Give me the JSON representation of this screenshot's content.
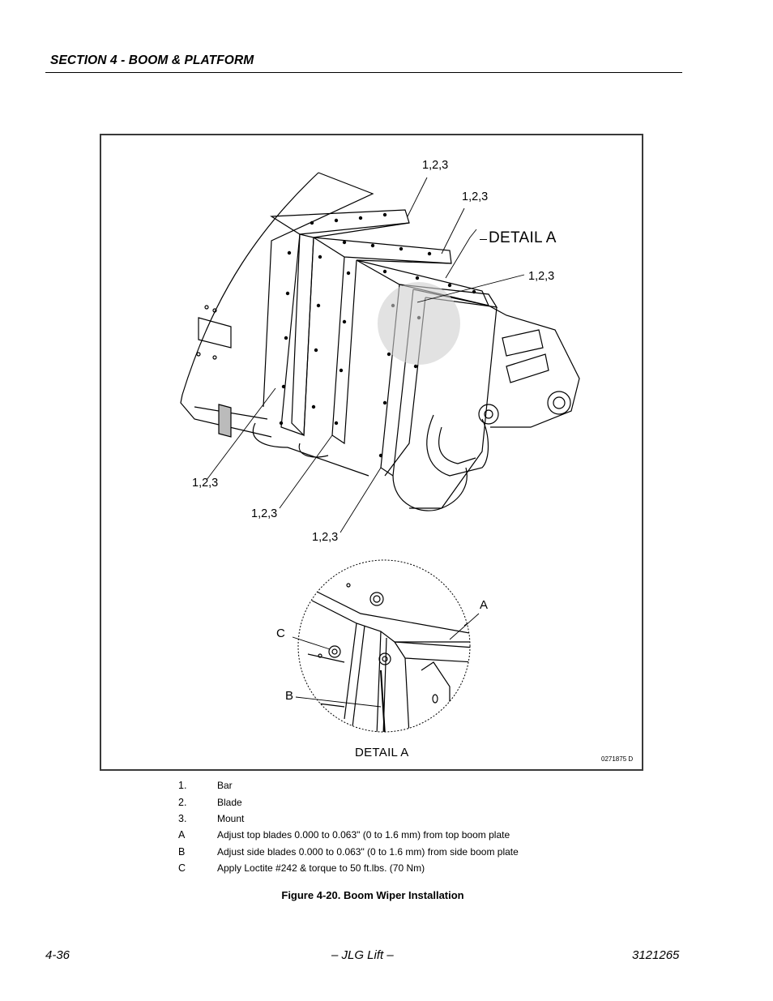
{
  "header": {
    "section_title": "SECTION 4 - BOOM & PLATFORM"
  },
  "figure": {
    "callouts": {
      "c1": "1,2,3",
      "c2": "1,2,3",
      "c3": "1,2,3",
      "c4": "1,2,3",
      "c5": "1,2,3",
      "c6": "1,2,3"
    },
    "detail_title": "DETAIL A",
    "detail_labels": {
      "a": "A",
      "b": "B",
      "c": "C"
    },
    "detail_caption": "DETAIL A",
    "drawing_number": "0271875 D"
  },
  "legend": [
    {
      "key": "1.",
      "text": "Bar"
    },
    {
      "key": "2.",
      "text": "Blade"
    },
    {
      "key": "3.",
      "text": "Mount"
    },
    {
      "key": "A",
      "text": "Adjust top blades 0.000 to 0.063\" (0 to 1.6 mm) from top boom plate"
    },
    {
      "key": "B",
      "text": "Adjust side blades 0.000 to 0.063\" (0 to 1.6 mm) from side boom plate"
    },
    {
      "key": "C",
      "text": "Apply Loctite #242 & torque to 50 ft.lbs. (70 Nm)"
    }
  ],
  "caption": "Figure 4-20.  Boom Wiper Installation",
  "footer": {
    "page_number": "4-36",
    "center": "– JLG Lift –",
    "doc_number": "3121265"
  }
}
